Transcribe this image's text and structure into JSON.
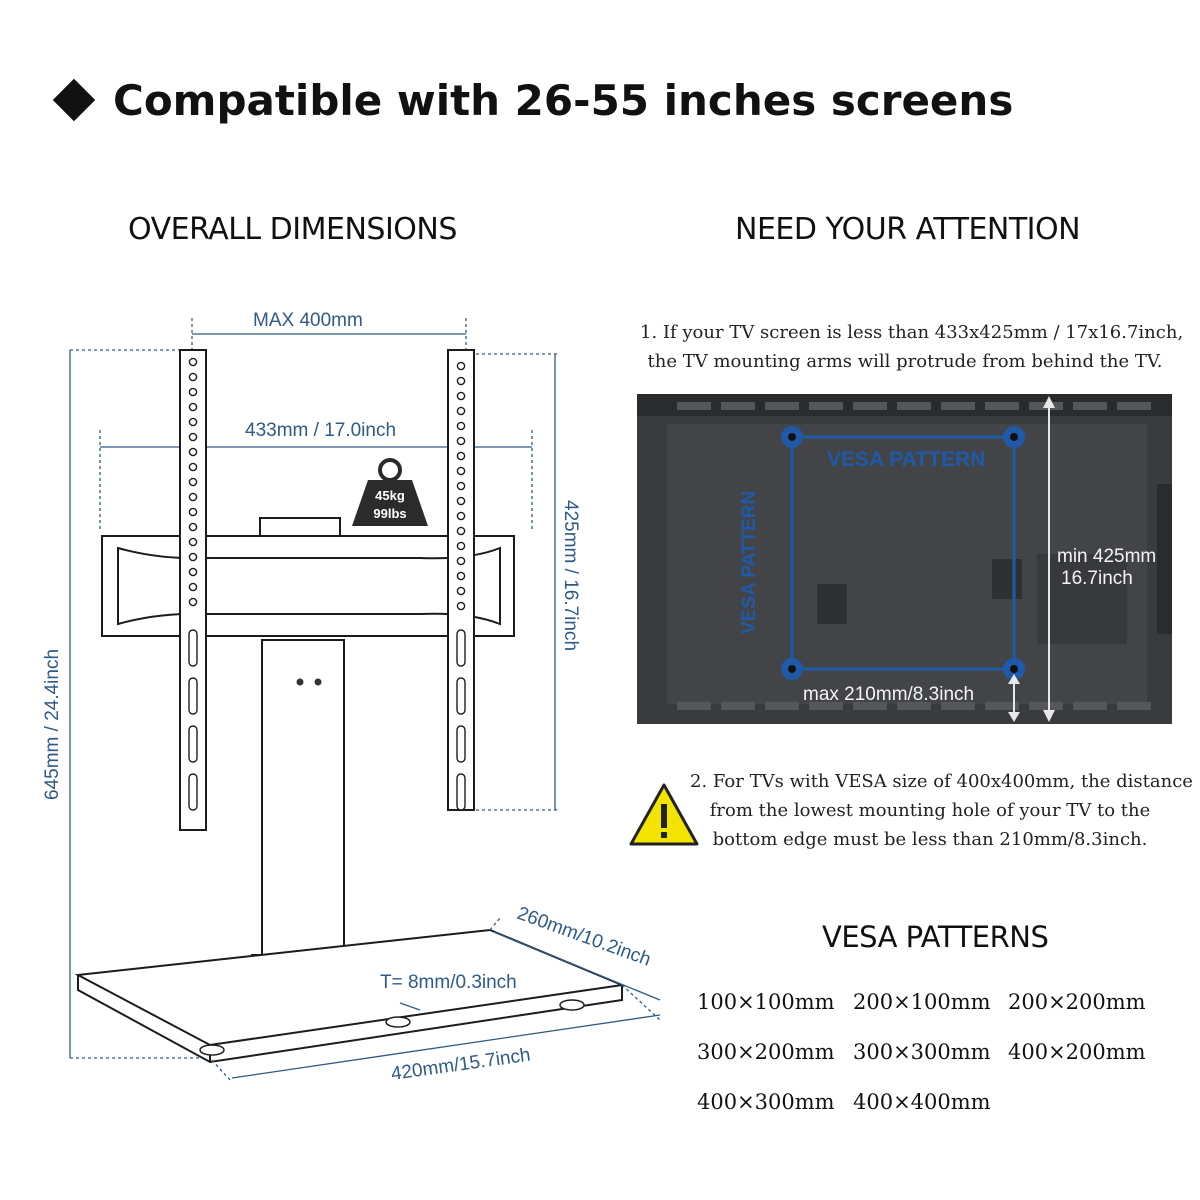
{
  "headline": "Compatible with 26-55 inches screens",
  "left_section": {
    "title": "OVERALL DIMENSIONS",
    "labels": {
      "max_width": "MAX 400mm",
      "mount_width": "433mm / 17.0inch",
      "mount_height": "425mm / 16.7inch",
      "total_height": "645mm / 24.4inch",
      "base_depth": "260mm/10.2inch",
      "base_width": "420mm/15.7inch",
      "thickness": "T= 8mm/0.3inch",
      "weight_kg": "45kg",
      "weight_lbs": "99lbs"
    }
  },
  "right_section": {
    "title": "NEED YOUR ATTENTION",
    "note1_line1": "1. If your TV screen is less than 433x425mm / 17x16.7inch,",
    "note1_line2": "the TV mounting arms will protrude from behind the TV.",
    "tv_labels": {
      "vesa_pattern": "VESA PATTERN",
      "min_height_line1": "min 425mm",
      "min_height_line2": "16.7inch",
      "max_bottom": "max 210mm/8.3inch"
    },
    "note2_line1": "2. For TVs with VESA size of 400x400mm, the distance",
    "note2_line2": "from the lowest mounting hole of your TV to the",
    "note2_line3": "bottom edge must be less than 210mm/8.3inch.",
    "vesa_title": "VESA PATTERNS",
    "vesa_patterns": [
      "100×100mm",
      "200×100mm",
      "200×200mm",
      "300×200mm",
      "300×300mm",
      "400×200mm",
      "400×300mm",
      "400×400mm"
    ]
  },
  "colors": {
    "dimension": "#2f5a86",
    "tv_body": "#3a3b3e",
    "vesa_overlay": "#1f5aa8",
    "warning": "#f2e400"
  },
  "icons": [
    "diamond-bullet-icon",
    "weight-icon",
    "warning-icon"
  ]
}
